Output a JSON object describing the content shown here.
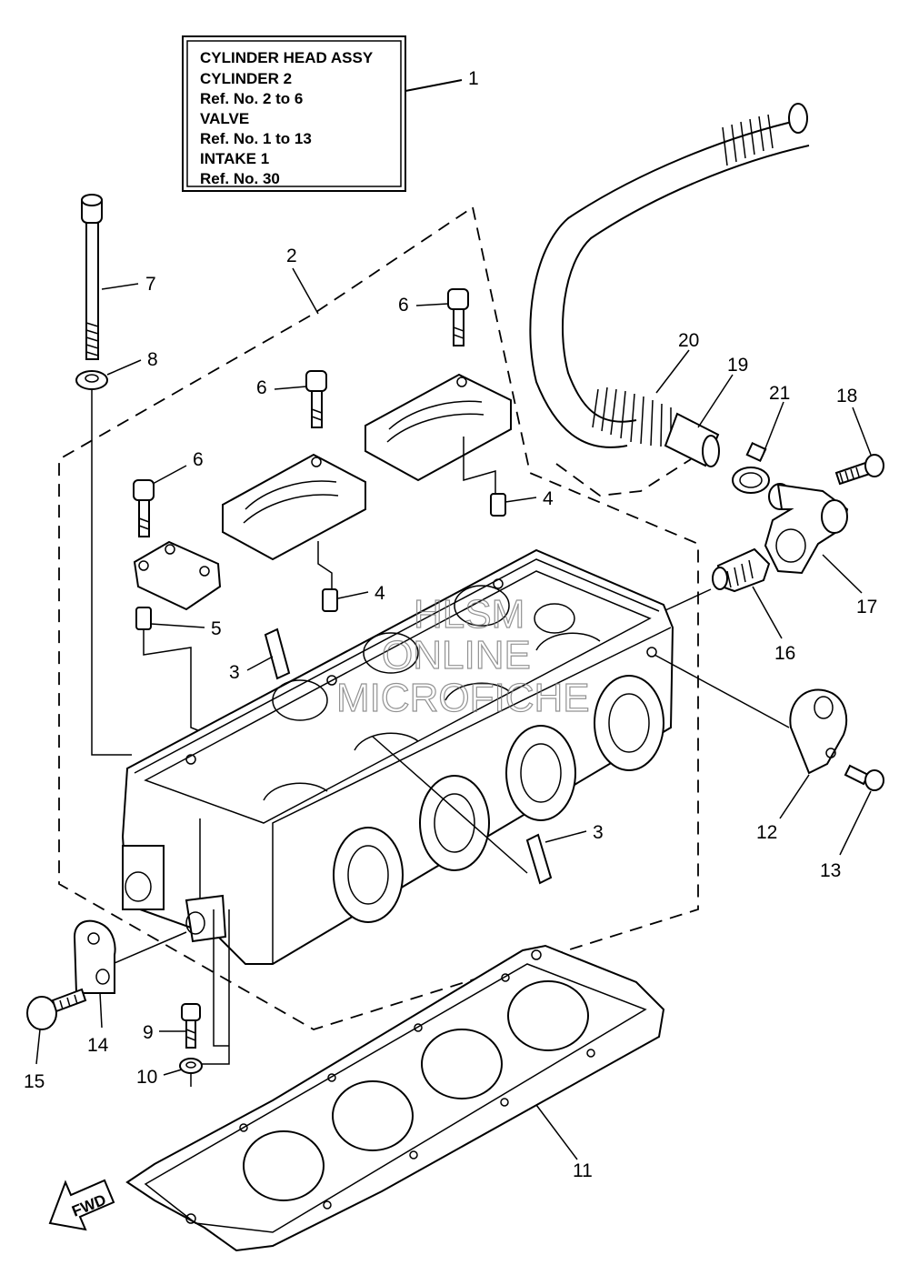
{
  "label_box": {
    "lines": [
      "CYLINDER HEAD ASSY",
      "CYLINDER 2",
      "Ref. No. 2 to 6",
      "VALVE",
      "Ref. No. 1 to 13",
      "INTAKE 1",
      "Ref. No. 30"
    ]
  },
  "callouts": [
    "1",
    "2",
    "3",
    "3",
    "4",
    "4",
    "5",
    "6",
    "6",
    "6",
    "7",
    "8",
    "9",
    "10",
    "11",
    "12",
    "13",
    "14",
    "15",
    "16",
    "17",
    "18",
    "19",
    "20",
    "21"
  ],
  "fwd_label": "FWD",
  "watermark": [
    "HLSM",
    "ONLINE",
    "MICROFICHE"
  ]
}
